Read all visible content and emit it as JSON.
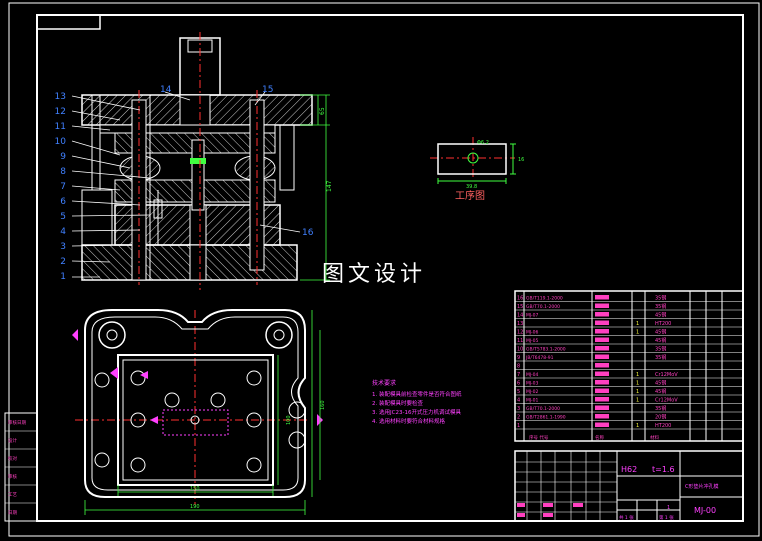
{
  "watermark": "图文设计",
  "process_view_label": "工序图",
  "dims": {
    "process_w": "39.8",
    "process_h": "16",
    "process_hole": "Φ6.2",
    "total_h": "147",
    "top_h": "65",
    "base_w": "190",
    "base_inner_w": "150",
    "base_inner_h": "100",
    "base_h": "160"
  },
  "part_numbers_left": [
    "13",
    "12",
    "11",
    "10",
    "9",
    "8",
    "7",
    "6",
    "5",
    "4",
    "3",
    "2",
    "1"
  ],
  "part_numbers_top": [
    "14",
    "15"
  ],
  "part_number_right": "16",
  "notes": {
    "title": "技术要求",
    "items": [
      "1. 装配模具前检查零件是否符合图纸",
      "2. 装配模具时要检查",
      "3. 选用JC23-16开式压力机调试模具",
      "4. 选用材料时要符合材料规格"
    ]
  },
  "bom_rows": [
    {
      "no": "16",
      "code": "GB/T119.1-2000",
      "qty": "",
      "mat": "35钢"
    },
    {
      "no": "15",
      "code": "GB/T70.1-2000",
      "qty": "",
      "mat": "35钢"
    },
    {
      "no": "14",
      "code": "MJ-07",
      "qty": "",
      "mat": "45钢"
    },
    {
      "no": "13",
      "code": "",
      "qty": "1",
      "mat": "HT200"
    },
    {
      "no": "12",
      "code": "MJ-06",
      "qty": "1",
      "mat": "45钢"
    },
    {
      "no": "11",
      "code": "MJ-05",
      "qty": "",
      "mat": "45钢"
    },
    {
      "no": "10",
      "code": "GB/T5783.1-2000",
      "qty": "",
      "mat": "35钢"
    },
    {
      "no": "9",
      "code": "JB/T6478-91",
      "qty": "",
      "mat": "35钢"
    },
    {
      "no": "8",
      "code": "",
      "qty": "",
      "mat": ""
    },
    {
      "no": "7",
      "code": "MJ-04",
      "qty": "1",
      "mat": "Cr12MoV"
    },
    {
      "no": "6",
      "code": "MJ-03",
      "qty": "1",
      "mat": "45钢"
    },
    {
      "no": "5",
      "code": "MJ-02",
      "qty": "1",
      "mat": "45钢"
    },
    {
      "no": "4",
      "code": "MJ-01",
      "qty": "1",
      "mat": "Cr12MoV"
    },
    {
      "no": "3",
      "code": "GB/T70.1-2000",
      "qty": "",
      "mat": "35钢"
    },
    {
      "no": "2",
      "code": "GB/T2861.1-1990",
      "qty": "",
      "mat": "20钢"
    },
    {
      "no": "1",
      "code": "",
      "qty": "1",
      "mat": "HT200"
    }
  ],
  "title_block": {
    "material": "H62",
    "thickness": "t=1.6",
    "part_name": "C形垫片冲孔模",
    "drawing_no": "MJ-00",
    "scale": "1",
    "sheet": "第 1 张",
    "sheets": "共 1 张"
  },
  "left_tab": [
    "审核日期",
    "设计",
    "校对",
    "审核",
    "工艺",
    "日期"
  ],
  "colors": {
    "background": "#000000",
    "frame": "#ffffff",
    "centerline": "#ff3030",
    "dimension": "#40ff40",
    "label": "#4080ff",
    "hatch": "#ffffff",
    "annotation": "#ff40ff",
    "note": "#ff40ff",
    "bom_pink": "#ff40c0",
    "bom_yellow": "#ffff40"
  }
}
